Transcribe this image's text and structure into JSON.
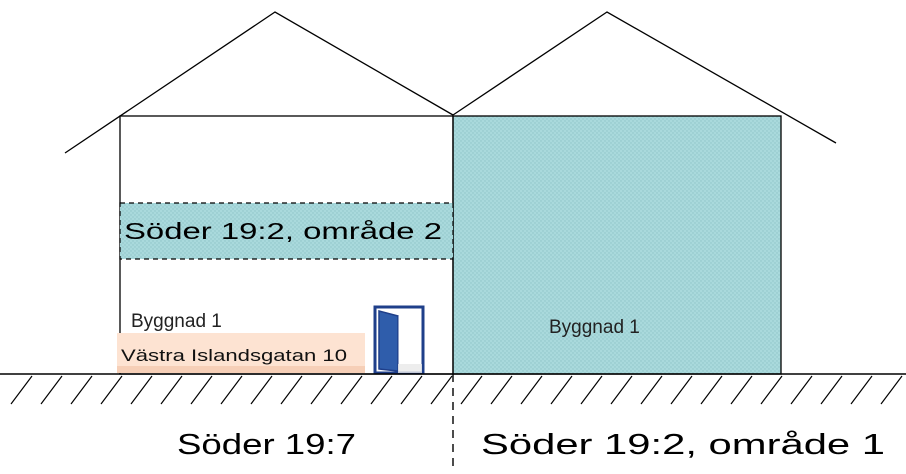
{
  "labels": {
    "area2_title": "Söder 19:2, område 2",
    "left_building": "Byggnad 1",
    "address": "Västra Islandsgatan 10",
    "right_building": "Byggnad 1",
    "left_property": "Söder 19:7",
    "right_property": "Söder 19:2, område 1"
  },
  "colors": {
    "stroke": "#000000",
    "area_fill": "#a9d9dc",
    "address_fill": "#fde3d2",
    "door_blue": "#2f5dab",
    "door_frame": "#1f3f8a"
  },
  "icons": {
    "door": "open-door-icon"
  }
}
